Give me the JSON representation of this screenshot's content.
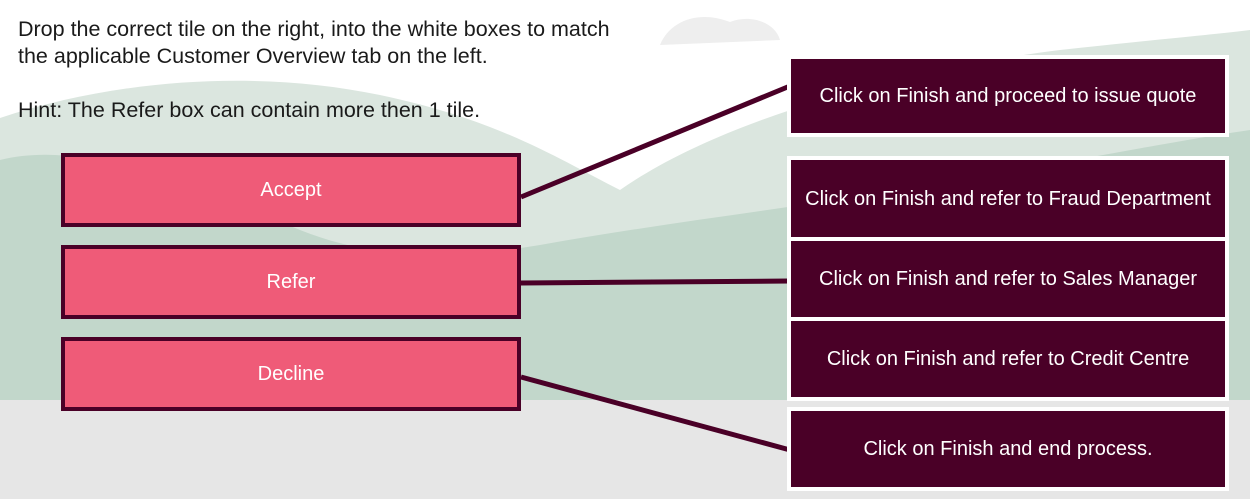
{
  "instructions": {
    "line1": "Drop the correct tile on the right, into the white boxes to match",
    "line2": "the applicable Customer Overview tab on the left.",
    "hint": "Hint: The Refer box can contain more then 1 tile."
  },
  "labels": [
    {
      "text": "Accept"
    },
    {
      "text": "Refer"
    },
    {
      "text": "Decline"
    }
  ],
  "tiles": [
    {
      "text": "Click on Finish and proceed to issue quote"
    },
    {
      "text": "Click on Finish and refer to Fraud Department"
    },
    {
      "text": "Click on Finish and refer to Sales Manager"
    },
    {
      "text": "Click on Finish and refer to Credit Centre"
    },
    {
      "text": "Click on Finish and end process."
    }
  ],
  "colors": {
    "label_fill": "#ef5b78",
    "tile_fill": "#4a0027",
    "connector": "#4a0027",
    "hill_light": "#dbe6df",
    "hill_mid": "#c2d7cb",
    "ground": "#e6e6e6"
  }
}
